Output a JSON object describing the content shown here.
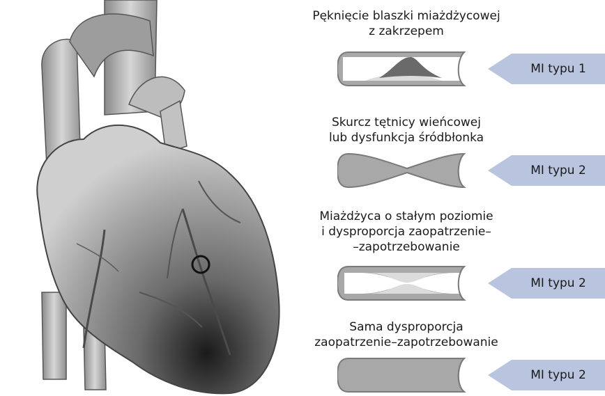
{
  "colors": {
    "vessel_wall": "#a8a8a8",
    "vessel_outline": "#7a7a7a",
    "vessel_lumen": "#ffffff",
    "plaque": "#dcdcdc",
    "thrombus": "#6a6a6a",
    "tag_fill": "#b9c4df",
    "marker_ring": "#111111"
  },
  "icons": [
    "heart-illustration",
    "lesion-marker-icon"
  ],
  "rows": [
    {
      "caption_lines": [
        "Pęknięcie blaszki miażdżycowej",
        "z zakrzepem"
      ],
      "vessel": "plaque-rupture-thrombus",
      "tag": "MI typu 1"
    },
    {
      "caption_lines": [
        "Skurcz tętnicy wieńcowej",
        "lub dysfunkcja śródbłonka"
      ],
      "vessel": "vasospasm",
      "tag": "MI typu 2"
    },
    {
      "caption_lines": [
        "Miażdżyca o stałym poziomie",
        "i dysproporcja zaopatrzenie–",
        "–zapotrzebowanie"
      ],
      "vessel": "fixed-stenosis",
      "tag": "MI typu 2"
    },
    {
      "caption_lines": [
        "Sama dysproporcja",
        "zaopatrzenie–zapotrzebowanie"
      ],
      "vessel": "normal-artery",
      "tag": "MI typu 2"
    }
  ]
}
